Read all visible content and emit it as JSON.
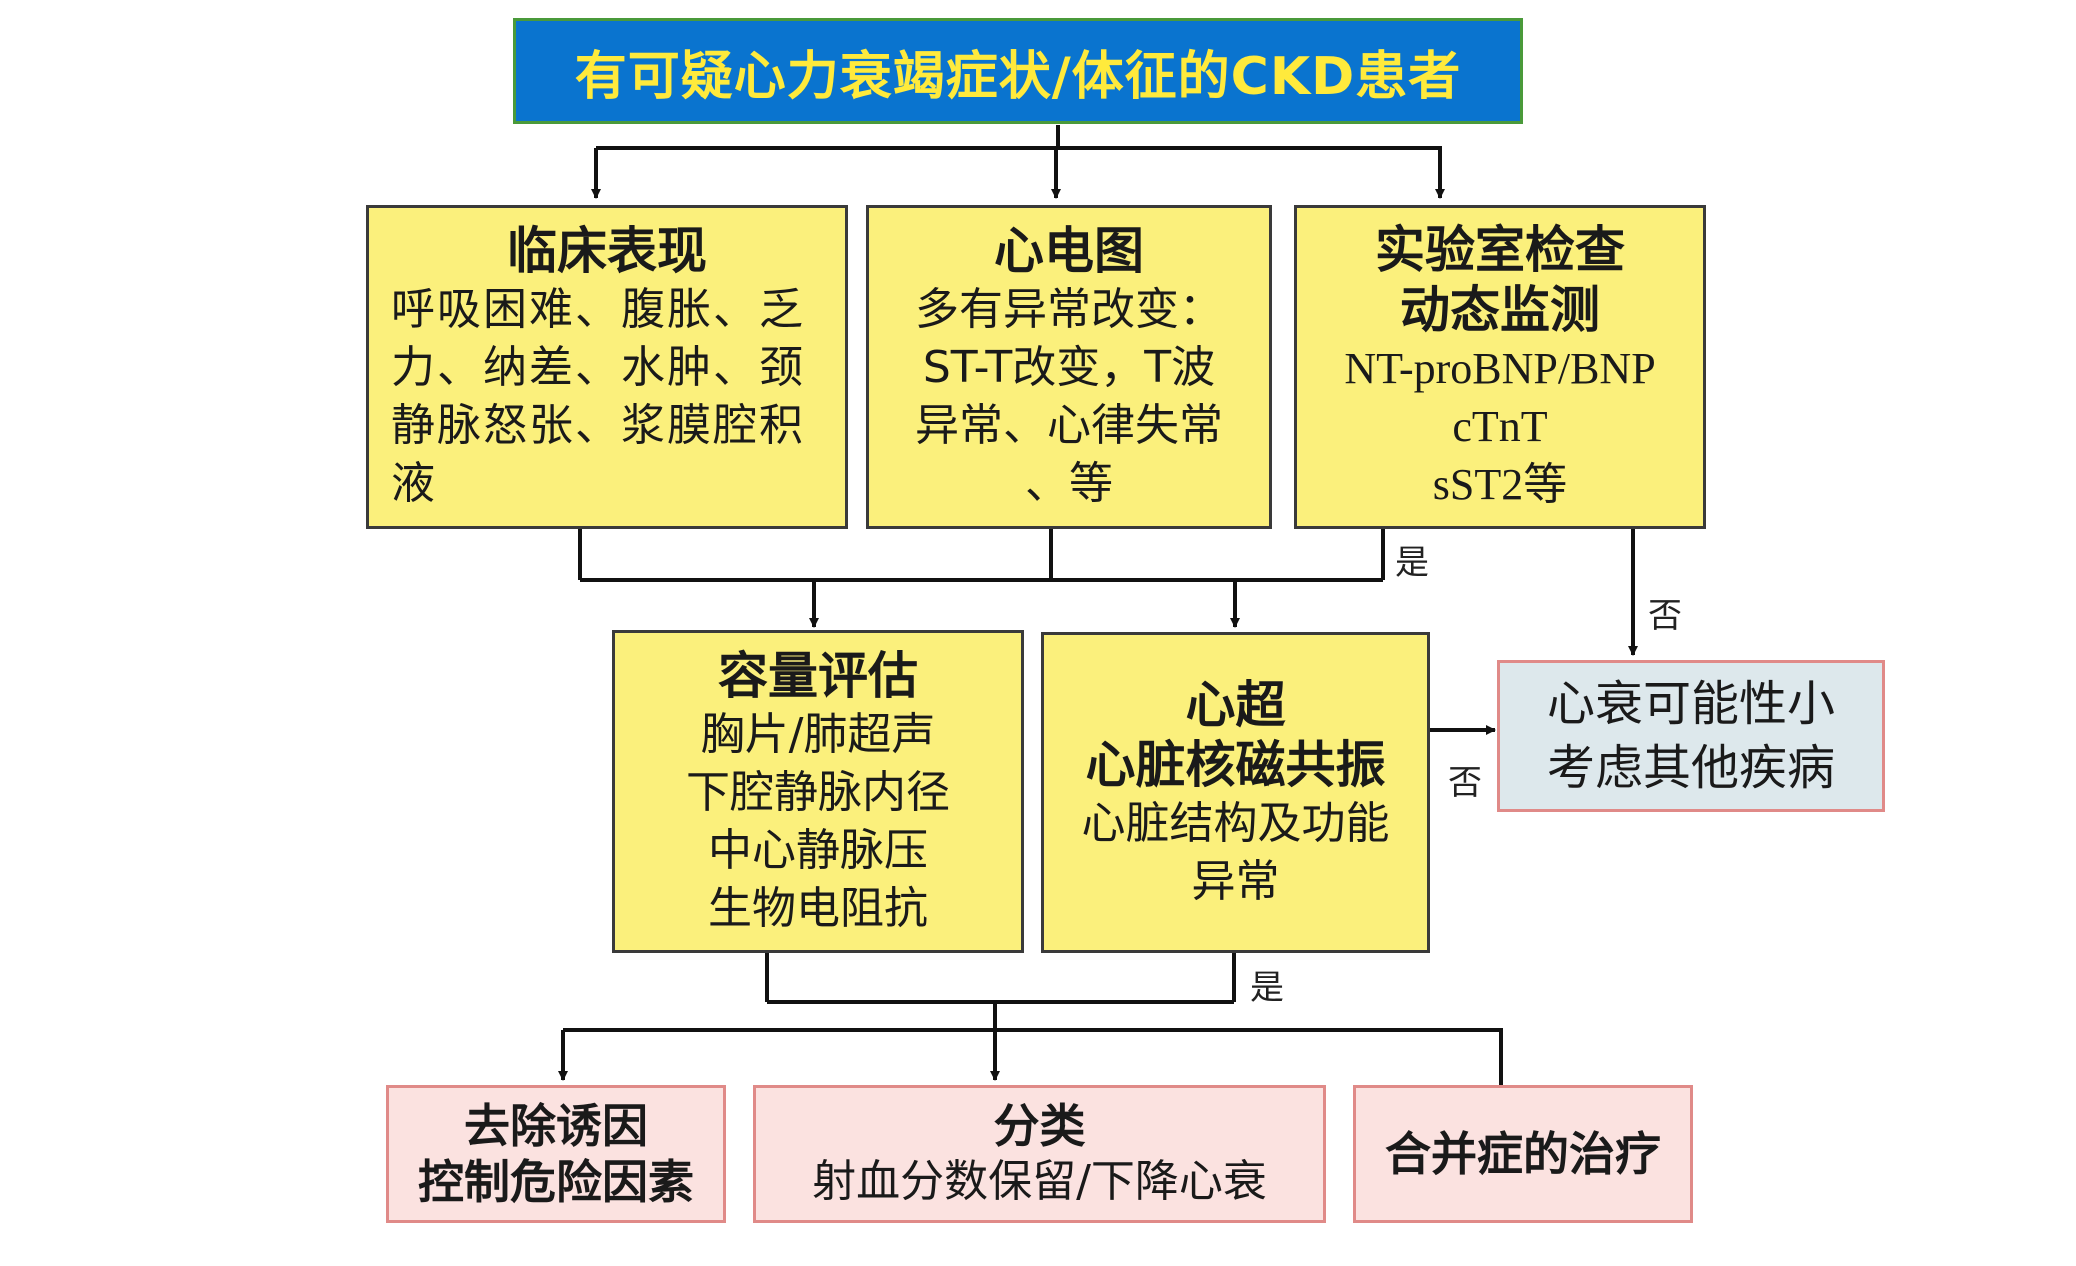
{
  "title": "有可疑心力衰竭症状/体征的CKD患者",
  "boxes": {
    "clinical": {
      "heading": "临床表现",
      "text": "呼吸困难、腹胀、乏力、纳差、水肿、颈静脉怒张、浆膜腔积液"
    },
    "ecg": {
      "heading": "心电图",
      "lines": [
        "多有异常改变：",
        "ST-T改变，T波",
        "异常、心律失常",
        "、等"
      ]
    },
    "lab": {
      "heading1": "实验室检查",
      "heading2": "动态监测",
      "lines": [
        "NT-proBNP/BNP",
        "cTnT",
        "sST2等"
      ]
    },
    "volume": {
      "heading": "容量评估",
      "lines": [
        "胸片/肺超声",
        "下腔静脉内径",
        "中心静脉压",
        "生物电阻抗"
      ]
    },
    "echo": {
      "heading1": "心超",
      "heading2": "心脏核磁共振",
      "lines": [
        "心脏结构及功能",
        "异常"
      ]
    },
    "unlikely": {
      "lines": [
        "心衰可能性小",
        "考虑其他疾病"
      ]
    },
    "remove": {
      "heading1": "去除诱因",
      "heading2": "控制危险因素"
    },
    "classify": {
      "heading": "分类",
      "text": "射血分数保留/下降心衰"
    },
    "comorb": {
      "heading": "合并症的治疗"
    }
  },
  "labels": {
    "yes": "是",
    "no": "否"
  }
}
